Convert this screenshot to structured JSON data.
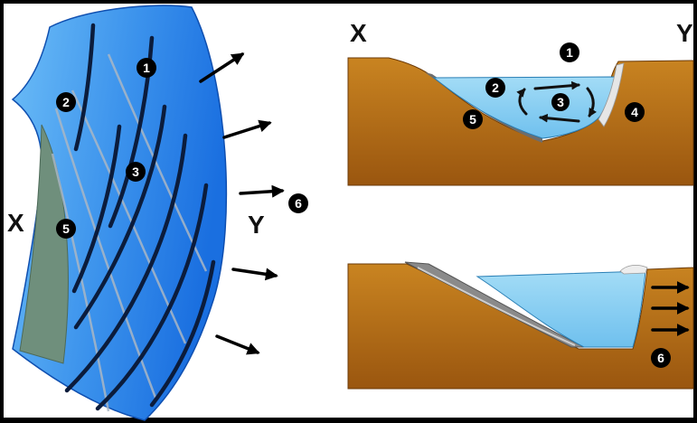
{
  "plan_view": {
    "x_label": "X",
    "y_label": "Y",
    "markers": [
      "1",
      "2",
      "3",
      "5",
      "6"
    ]
  },
  "section_top": {
    "x_label": "X",
    "y_label": "Y",
    "markers": [
      "1",
      "2",
      "3",
      "4",
      "5"
    ]
  },
  "section_bottom": {
    "markers": [
      "6"
    ]
  },
  "colors": {
    "water_dark": "#1a6fe0",
    "water_light": "#6cbdf7",
    "section_water": "#8fd2f2",
    "point_bar": "#6f8f7c",
    "earth_top": "#c98421",
    "earth_bottom": "#9a560f"
  }
}
